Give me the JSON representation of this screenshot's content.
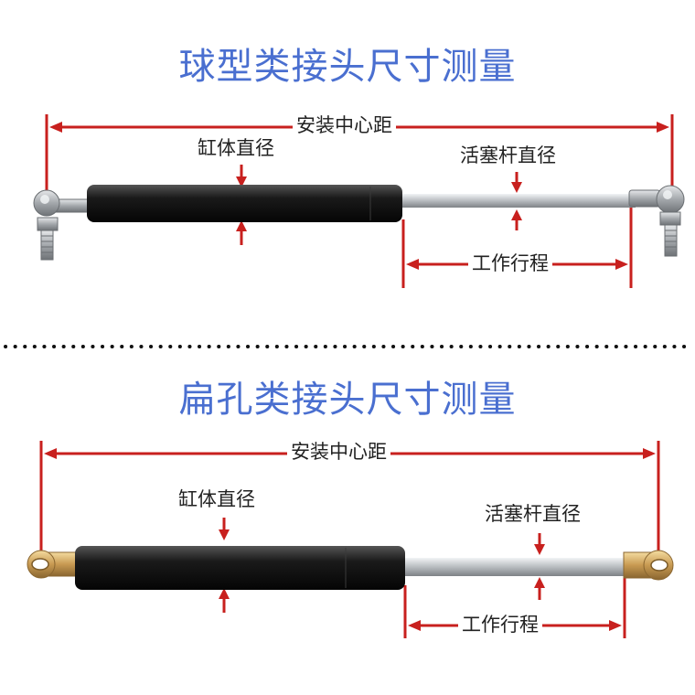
{
  "top": {
    "title": "球型类接头尺寸测量",
    "center_distance": "安装中心距",
    "cylinder_diameter": "缸体直径",
    "rod_diameter": "活塞杆直径",
    "stroke": "工作行程"
  },
  "bottom": {
    "title": "扁孔类接头尺寸测量",
    "center_distance": "安装中心距",
    "cylinder_diameter": "缸体直径",
    "rod_diameter": "活塞杆直径",
    "stroke": "工作行程"
  },
  "colors": {
    "title": "#4a6fd0",
    "dimension": "#c8201e",
    "cylinder": "#1c1c1c",
    "rod": "#c4c8cc",
    "ball_joint": "#b4b8bc",
    "eyelet": "#d8b070"
  }
}
